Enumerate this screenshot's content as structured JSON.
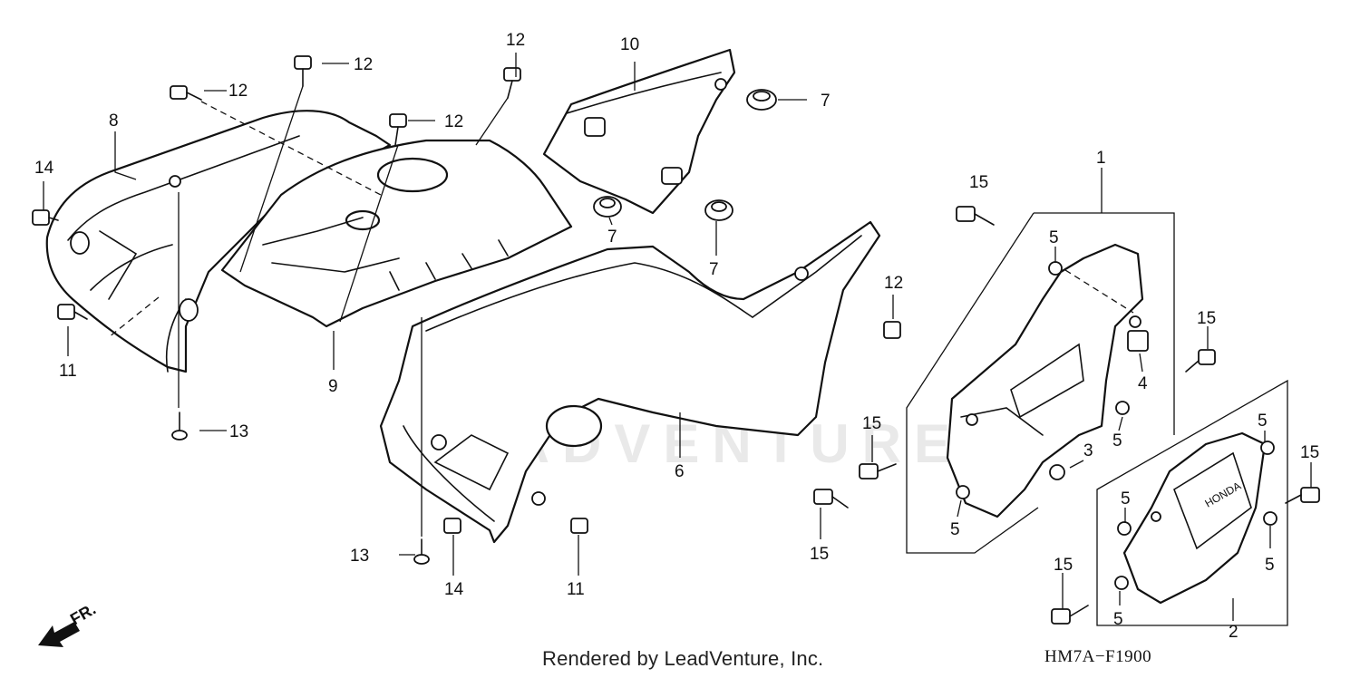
{
  "diagram": {
    "callouts": {
      "p1": "1",
      "p2": "2",
      "p3": "3",
      "p4": "4",
      "p5": "5",
      "p6": "6",
      "p7": "7",
      "p8": "8",
      "p9": "9",
      "p10": "10",
      "p11": "11",
      "p12": "12",
      "p13": "13",
      "p14": "14",
      "p15": "15"
    },
    "front_label": "FR.",
    "credit": "Rendered by LeadVenture, Inc.",
    "drawing_code": "HM7A−F1900",
    "watermark": "LEADVENTURE"
  }
}
